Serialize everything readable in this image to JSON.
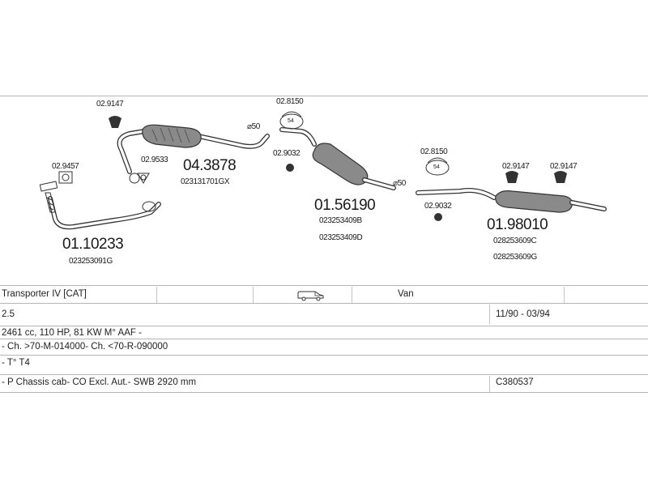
{
  "diagram": {
    "parts": [
      {
        "no": "01.10233",
        "ref": "023253091G"
      },
      {
        "no": "04.3878",
        "ref": "023131701GX"
      },
      {
        "no": "01.56190",
        "refs": [
          "023253409B",
          "023253409D"
        ]
      },
      {
        "no": "01.98010",
        "refs": [
          "028253609C",
          "028253609G"
        ]
      }
    ],
    "accessories": {
      "a_2_9457": "02.9457",
      "a_2_9147_left": "02.9147",
      "a_2_9533": "02.9533",
      "a_2_8150_top": "02.8150",
      "a_2_9032_mid": "02.9032",
      "a_2_8150_right": "02.8150",
      "a_2_9032_right": "02.9032",
      "a_2_9147_r1": "02.9147",
      "a_2_9147_r2": "02.9147"
    },
    "diameters": {
      "d1": "⌀50",
      "d2": "⌀50"
    },
    "clamp_size": "54"
  },
  "table": {
    "model": "Transporter IV  [CAT]",
    "body_type": "Van",
    "engine": "2.5",
    "period": "11/90 - 03/94",
    "spec": "2461 cc, 110 HP, 81 KW M° AAF -",
    "chassis": "- Ch. >70-M-014000- Ch. <70-R-090000",
    "type": "- T° T4",
    "variant": "- P Chassis cab- CO Excl. Aut.- SWB 2920 mm",
    "code": "C380537"
  },
  "icons": {
    "vehicle": "van-icon"
  }
}
